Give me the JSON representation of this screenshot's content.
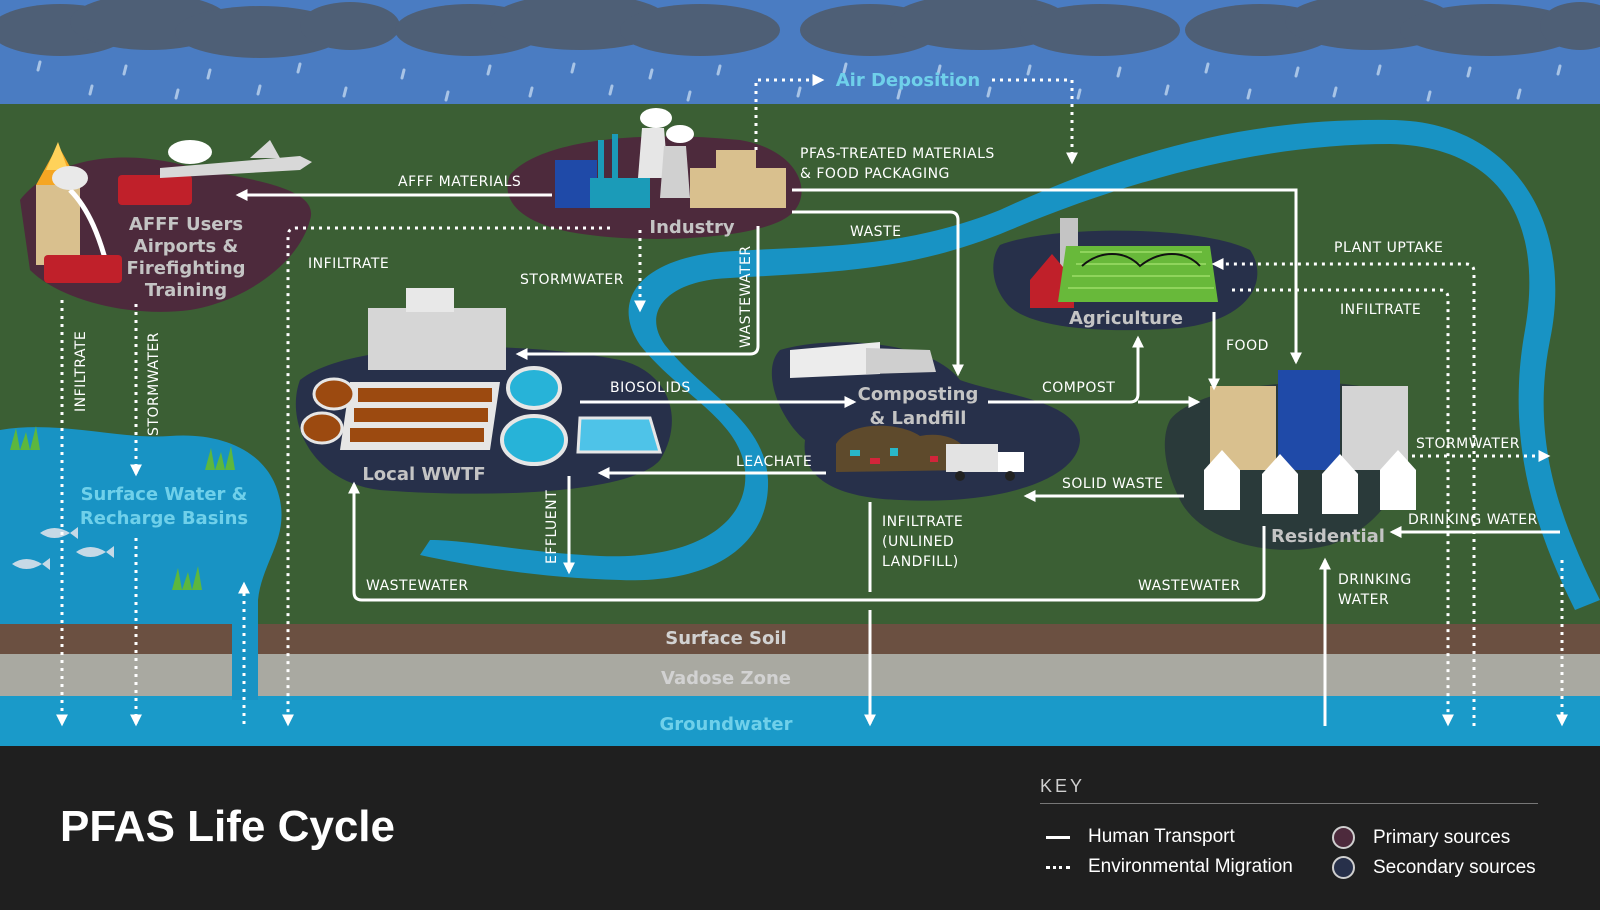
{
  "title": "PFAS Life Cycle",
  "colors": {
    "sky": "#4a7cc2",
    "land": "#3b5f34",
    "water": "#1893c4",
    "surface_soil": "#6b5041",
    "vadose_zone": "#a9a9a1",
    "groundwater": "#1a9ac9",
    "primary_source": "#4d2a3c",
    "secondary_source": "#27304a",
    "footer": "#1f1f1f"
  },
  "nodes": {
    "afff_users": [
      "AFFF Users",
      "Airports &",
      "Firefighting",
      "Training"
    ],
    "industry": "Industry",
    "local_wwtf": "Local WWTF",
    "composting": [
      "Composting",
      "& Landfill"
    ],
    "agriculture": "Agriculture",
    "residential": "Residential",
    "surface_water": [
      "Surface Water &",
      "Recharge Basins"
    ]
  },
  "atmosphere": {
    "air_deposition": "Air Deposition"
  },
  "layers": {
    "surface_soil": "Surface Soil",
    "vadose_zone": "Vadose Zone",
    "groundwater": "Groundwater"
  },
  "flows": {
    "afff_materials": "AFFF MATERIALS",
    "pfas_treated": [
      "PFAS-TREATED MATERIALS",
      "& FOOD PACKAGING"
    ],
    "waste": "WASTE",
    "infiltrate_afff": "INFILTRATE",
    "stormwater_industry": "STORMWATER",
    "wastewater_industry": "WASTEWATER",
    "infiltrate_left": "INFILTRATE",
    "stormwater_left": "STORMWATER",
    "biosolids": "BIOSOLIDS",
    "leachate": "LEACHATE",
    "effluent": "EFFLUENT",
    "compost": "COMPOST",
    "food": "FOOD",
    "plant_uptake": "PLANT UPTAKE",
    "infiltrate_agri": "INFILTRATE",
    "stormwater_res": "STORMWATER",
    "drinking_water_right": "DRINKING WATER",
    "solid_waste": "SOLID WASTE",
    "infiltrate_landfill": [
      "INFILTRATE",
      "(UNLINED",
      "LANDFILL)"
    ],
    "wastewater_left": "WASTEWATER",
    "wastewater_right": "WASTEWATER",
    "drinking_water_res": [
      "DRINKING",
      "WATER"
    ]
  },
  "key": {
    "title": "KEY",
    "items": {
      "human_transport": "Human Transport",
      "environmental_migration": "Environmental Migration",
      "primary_sources": "Primary sources",
      "secondary_sources": "Secondary sources"
    }
  }
}
